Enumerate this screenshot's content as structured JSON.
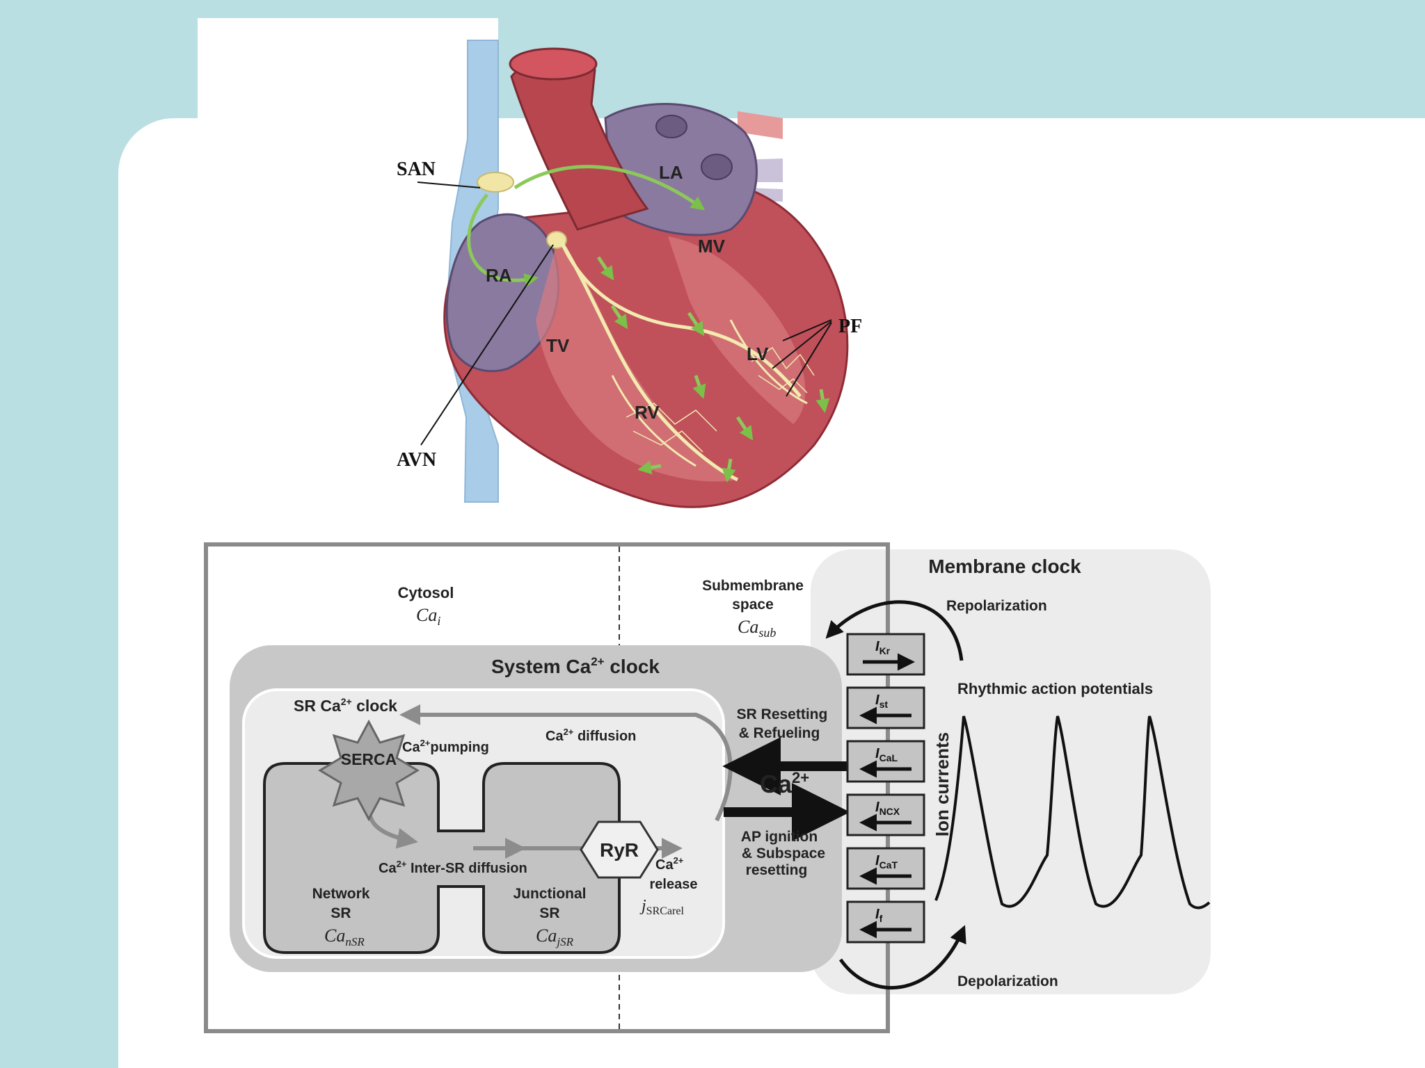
{
  "heart": {
    "labels": {
      "san": "SAN",
      "la": "LA",
      "ra": "RA",
      "mv": "MV",
      "pf": "PF",
      "tv": "TV",
      "lv": "LV",
      "rv": "RV",
      "avn": "AVN"
    }
  },
  "clock_diagram": {
    "cytosol": {
      "title": "Cytosol",
      "symbol": "Ca",
      "subscript": "i"
    },
    "submembrane": {
      "line1": "Submembrane",
      "line2": "space",
      "symbol": "Ca",
      "subscript": "sub"
    },
    "membrane_clock": {
      "title": "Membrane clock"
    },
    "repolarization": "Repolarization",
    "depolarization": "Depolarization",
    "rhythmic": "Rhythmic action potentials",
    "ion_currents": "Ion currents",
    "system_clock": {
      "prefix": "System Ca",
      "sup": "2+",
      "suffix": " clock"
    },
    "sr_clock": {
      "prefix": "SR Ca",
      "sup": "2+",
      "suffix": " clock"
    },
    "serca": "SERCA",
    "ca_pumping": {
      "prefix": "Ca",
      "sup": "2+",
      "suffix": "pumping"
    },
    "ca_diffusion": {
      "prefix": "Ca",
      "sup": "2+",
      "suffix": " diffusion"
    },
    "inter_sr": {
      "prefix": "Ca",
      "sup": "2+",
      "suffix": " Inter-SR diffusion"
    },
    "ryr": "RyR",
    "ca_release": {
      "prefix": "Ca",
      "sup": "2+",
      "line2": "release",
      "symbol": "j",
      "subscript": "SRCarel"
    },
    "network_sr": {
      "line1": "Network",
      "line2": "SR",
      "symbol": "Ca",
      "subscript": "nSR"
    },
    "junctional_sr": {
      "line1": "Junctional",
      "line2": "SR",
      "symbol": "Ca",
      "subscript": "jSR"
    },
    "sr_resetting": {
      "line1": "SR Resetting",
      "line2": "& Refueling"
    },
    "ca_center": {
      "prefix": "Ca",
      "sup": "2+"
    },
    "ap_ignition": {
      "line1": "AP ignition",
      "line2": "& Subspace",
      "line3": "resetting"
    },
    "currents": [
      {
        "symbol": "I",
        "subscript": "Kr",
        "direction": "right"
      },
      {
        "symbol": "I",
        "subscript": "st",
        "direction": "left"
      },
      {
        "symbol": "I",
        "subscript": "CaL",
        "direction": "left"
      },
      {
        "symbol": "I",
        "subscript": "NCX",
        "direction": "left"
      },
      {
        "symbol": "I",
        "subscript": "CaT",
        "direction": "left"
      },
      {
        "symbol": "I",
        "subscript": "f",
        "direction": "left"
      }
    ]
  },
  "colors": {
    "background_teal": "#b9dfe2",
    "heart_red": "#c0505a",
    "atrium_purple": "#8a7aa0",
    "vessel_blue": "#a9cde8",
    "conduction_yellow": "#f2eab0",
    "arrow_green": "#8cc85a"
  }
}
